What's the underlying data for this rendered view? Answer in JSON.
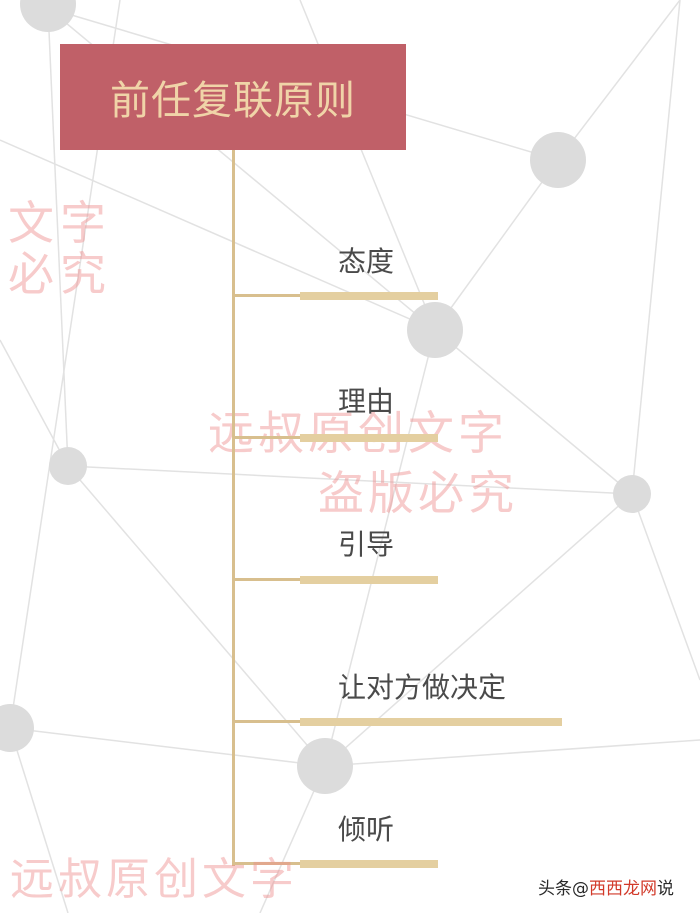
{
  "title": "前任复联原则",
  "items": [
    "态度",
    "理由",
    "引导",
    "让对方做决定",
    "倾听"
  ],
  "watermarks": {
    "corner": [
      "文字",
      "必究"
    ],
    "middle_line1": "远叔原创文字",
    "middle_line2": "盗版必究",
    "bottom": "远叔原创文字"
  },
  "source": {
    "prefix": "头条",
    "at": "@",
    "site": "西西",
    "site_tail": "龙网",
    "suffix": "说"
  },
  "colors": {
    "title_bg": "#c06068",
    "title_text": "#f0d4a8",
    "connector": "#d8bf8e",
    "bar": "#e4cfa0",
    "watermark": "#ee8c8c"
  }
}
